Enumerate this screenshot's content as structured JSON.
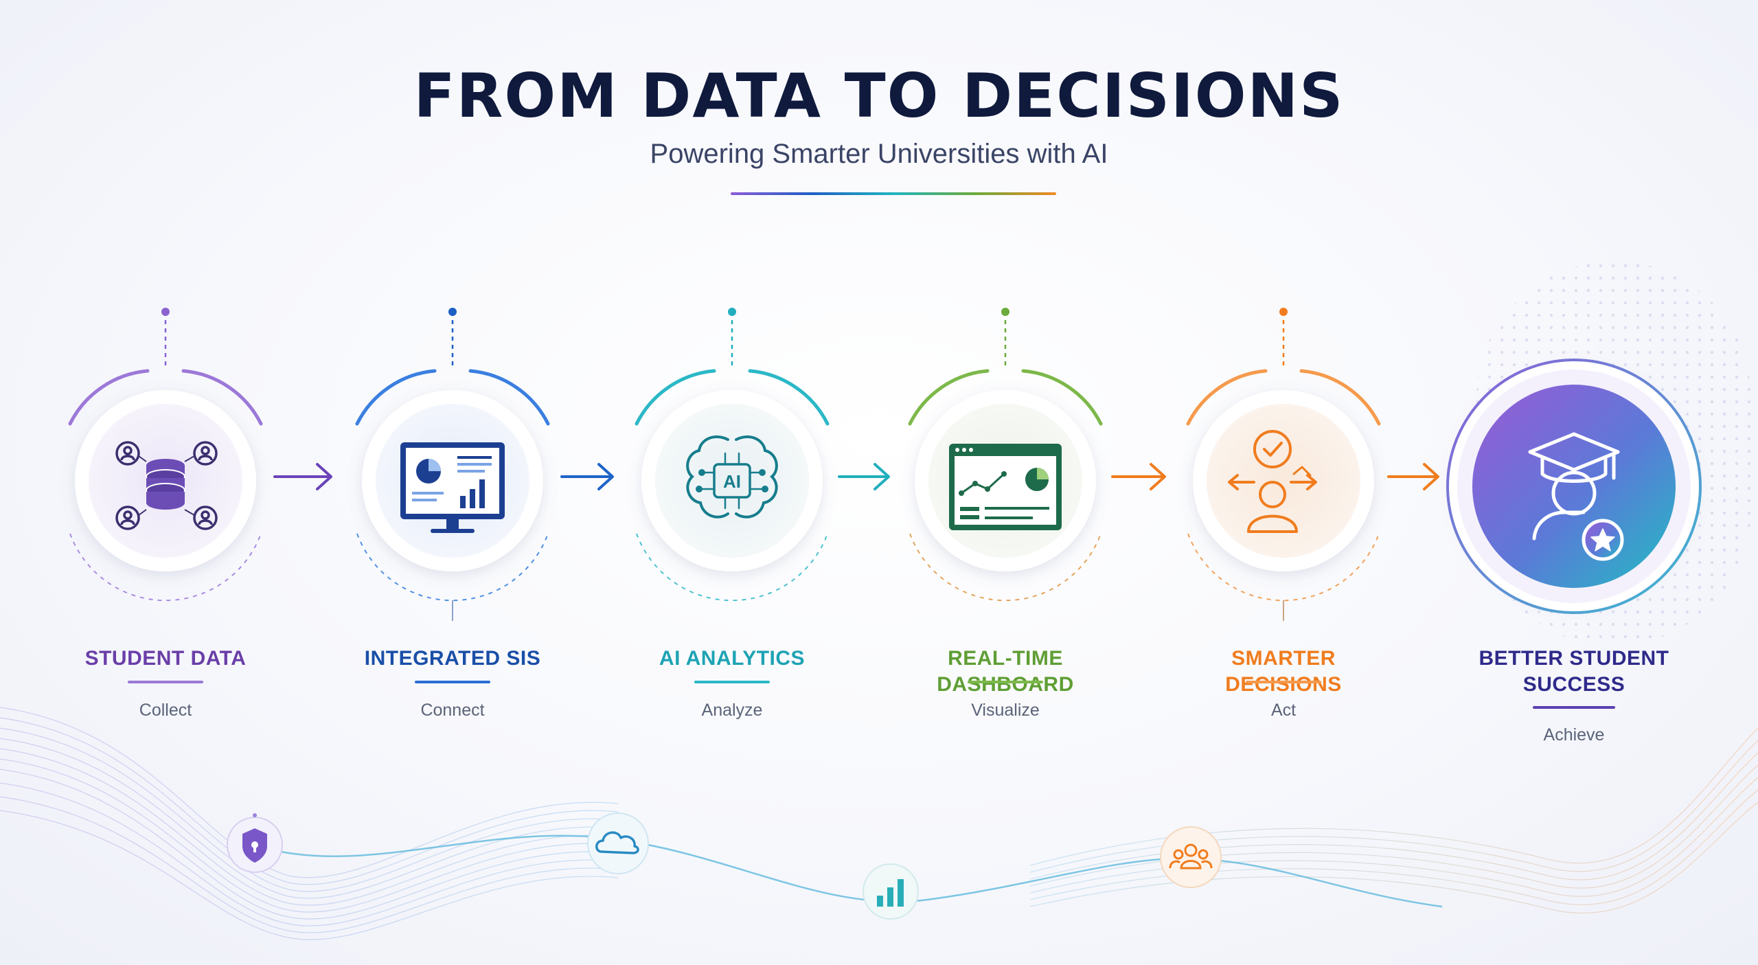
{
  "header": {
    "title": "FROM DATA TO DECISIONS",
    "subtitle": "Powering Smarter Universities with AI"
  },
  "colors": {
    "purple": "#7b4fc4",
    "blue": "#1e5fc4",
    "teal": "#22aebd",
    "green": "#5f9e34",
    "orange": "#f07c1e",
    "navy": "#0f1a3d",
    "final_gradient_start": "#8b5cd8",
    "final_gradient_end": "#29b6c4"
  },
  "steps": [
    {
      "title": "STUDENT DATA",
      "verb": "Collect",
      "color": "#6a3ea8",
      "icon": "database-users-icon"
    },
    {
      "title": "INTEGRATED SIS",
      "verb": "Connect",
      "color": "#1a4fa8",
      "icon": "monitor-chart-icon"
    },
    {
      "title": "AI ANALYTICS",
      "verb": "Analyze",
      "color": "#1ea3b4",
      "icon": "ai-brain-icon"
    },
    {
      "title": "REAL-TIME DASHBOARD",
      "verb": "Visualize",
      "color": "#5f9e34",
      "icon": "dashboard-window-icon"
    },
    {
      "title": "SMARTER DECISIONS",
      "verb": "Act",
      "color": "#f07c1e",
      "icon": "person-decision-icon"
    },
    {
      "title": "BETTER STUDENT SUCCESS",
      "title_line1": "BETTER STUDENT",
      "title_line2": "SUCCESS",
      "verb": "Achieve",
      "color": "#2f2a8a",
      "icon": "graduate-star-icon"
    }
  ],
  "footer_icons": [
    "shield-lock-icon",
    "cloud-icon",
    "bar-chart-icon",
    "team-icon"
  ]
}
